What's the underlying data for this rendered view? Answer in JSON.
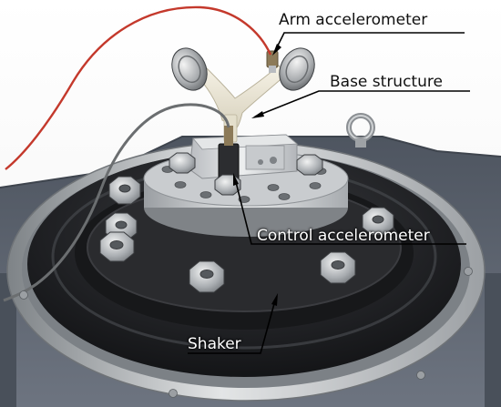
{
  "annotations": {
    "arm_accelerometer": "Arm accelerometer",
    "base_structure": "Base structure",
    "control_accelerometer": "Control accelerometer",
    "shaker": "Shaker"
  },
  "colors": {
    "metal_light": "#d9dbdc",
    "metal_dark": "#8d9094",
    "shaker_rubber": "#1c1d20",
    "table_gray": "#5f6672",
    "base_ivory": "#ece7d6",
    "cable_red": "#c4392c",
    "cable_gray": "#6b6e70"
  }
}
